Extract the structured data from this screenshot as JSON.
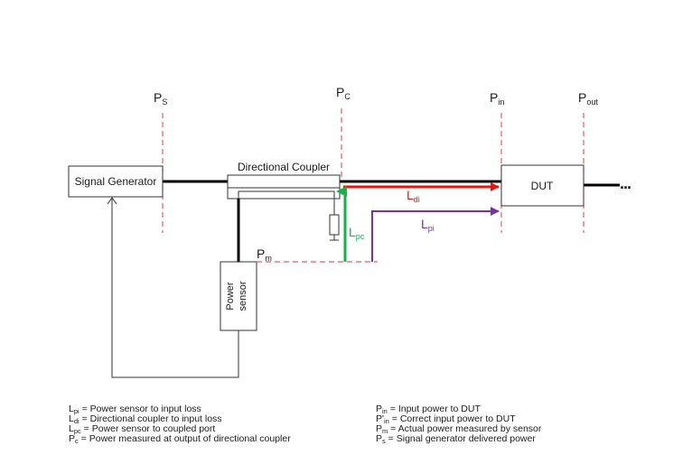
{
  "planes": [
    {
      "main": "P",
      "sub": "S"
    },
    {
      "main": "P",
      "sub": "C"
    },
    {
      "main": "P",
      "sub": "in"
    },
    {
      "main": "P",
      "sub": "out"
    }
  ],
  "blocks": {
    "signal_generator": "Signal Generator",
    "directional_coupler": "Directional Coupler",
    "dut": "DUT",
    "power_sensor_line1": "Power",
    "power_sensor_line2": "sensor"
  },
  "signals": {
    "l_di": {
      "main": "L",
      "sub": "di",
      "color": "#e8140f"
    },
    "l_pi": {
      "main": "L",
      "sub": "pi",
      "color": "#7a2fa5"
    },
    "l_pc": {
      "main": "L",
      "sub": "pc",
      "color": "#19b04a"
    },
    "p_m": {
      "main": "P",
      "sub": "m"
    }
  },
  "continuation": "...",
  "legend_left": [
    {
      "sym": "L",
      "sub": "pi",
      "text": " = Power sensor to input loss"
    },
    {
      "sym": "L",
      "sub": "di",
      "text": " = Directional coupler to input loss"
    },
    {
      "sym": "L",
      "sub": "pc",
      "text": " = Power sensor to coupled port"
    },
    {
      "sym": "P",
      "sub": "c",
      "text": " = Power measured at output of directional coupler"
    }
  ],
  "legend_right": [
    {
      "sym": "P",
      "sub": "in",
      "text": " = Input power to DUT"
    },
    {
      "sym": "P'",
      "sub": "in",
      "text": " = Correct input power to DUT"
    },
    {
      "sym": "P",
      "sub": "m",
      "text": " = Actual power measured by sensor"
    },
    {
      "sym": "P",
      "sub": "s",
      "text": " = Signal generator delivered power"
    }
  ],
  "colors": {
    "reference_plane": "#e06060",
    "l_di": "#e8140f",
    "l_pi": "#7a2fa5",
    "l_pc": "#19b04a"
  }
}
